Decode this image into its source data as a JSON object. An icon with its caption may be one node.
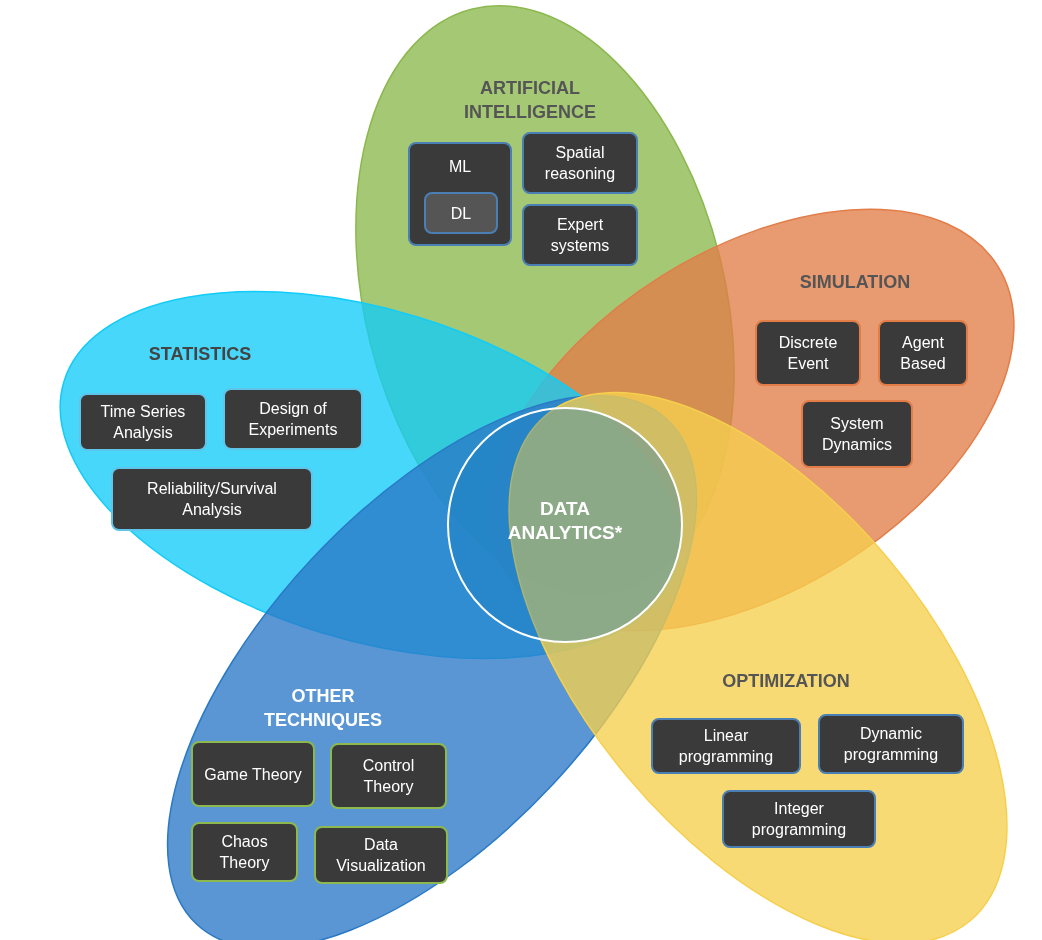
{
  "diagram": {
    "nodes": [
      {
        "text": [
          "ARTIFICIAL INTELLIGENCE"
        ]
      },
      {
        "text": [
          "ML"
        ],
        "in": 0
      },
      {
        "text": [
          "DL"
        ],
        "in": 1
      },
      {
        "text": [
          "Spatial reasoning"
        ],
        "in": 0
      },
      {
        "text": [
          "Expert systems"
        ],
        "in": 0
      },
      {
        "text": [
          "SIMULATION"
        ]
      },
      {
        "text": [
          "Discrete Event"
        ],
        "in": 5
      },
      {
        "text": [
          "Agent Based"
        ],
        "in": 5
      },
      {
        "text": [
          "System Dynamics"
        ],
        "in": 5
      },
      {
        "text": [
          "STATISTICS"
        ]
      },
      {
        "text": [
          "Time Series Analysis"
        ],
        "in": 9
      },
      {
        "text": [
          "Design of Experiments"
        ],
        "in": 9
      },
      {
        "text": [
          "Reliability/Survival Analysis"
        ],
        "in": 9
      },
      {
        "text": [
          "DATA ANALYTICS*"
        ]
      },
      {
        "text": [
          "OTHER TECHNIQUES"
        ]
      },
      {
        "text": [
          "Game Theory"
        ],
        "in": 14
      },
      {
        "text": [
          "Control Theory"
        ],
        "in": 14
      },
      {
        "text": [
          "Chaos Theory"
        ],
        "in": 14
      },
      {
        "text": [
          "Data Visualization"
        ],
        "in": 14
      },
      {
        "text": [
          "OPTIMIZATION"
        ]
      },
      {
        "text": [
          "Linear programming"
        ],
        "in": 19
      },
      {
        "text": [
          "Dynamic programming"
        ],
        "in": 19
      },
      {
        "text": [
          "Integer programming"
        ],
        "in": 19
      }
    ]
  }
}
